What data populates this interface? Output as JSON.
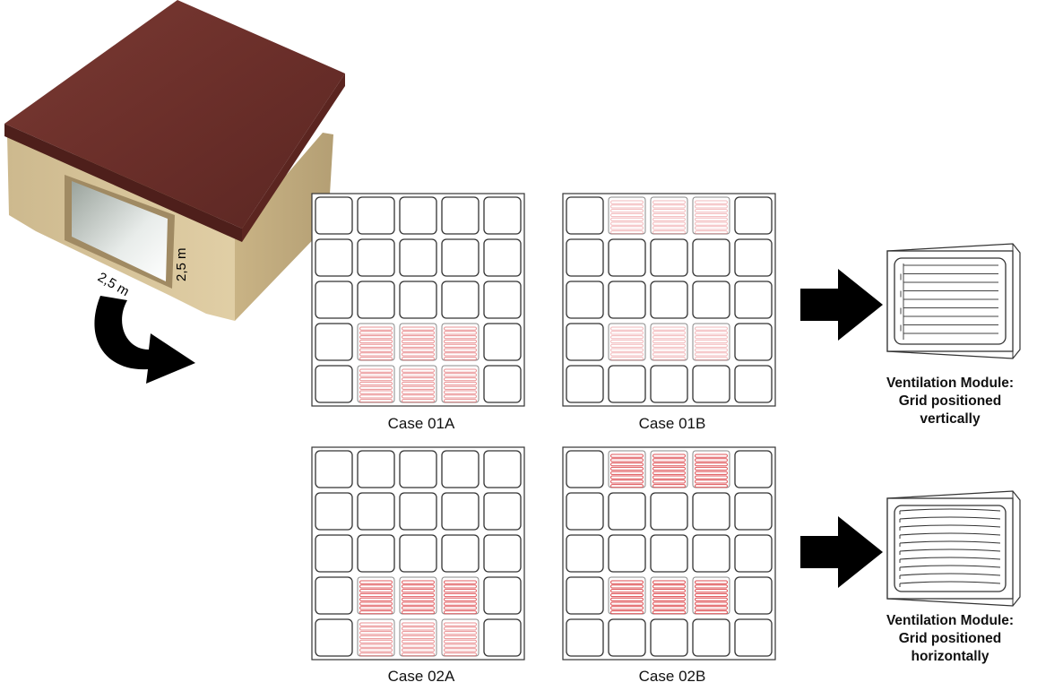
{
  "model": {
    "dim_depth": "2,5 m",
    "dim_height": "2,5 m"
  },
  "cases": [
    {
      "label": "Case 01A",
      "vent_cells": [
        [
          3,
          1
        ],
        [
          3,
          2
        ],
        [
          3,
          3
        ],
        [
          4,
          1
        ],
        [
          4,
          2
        ],
        [
          4,
          3
        ]
      ],
      "intensity": [
        0.55,
        0.55,
        0.55,
        0.55,
        0.55,
        0.55
      ]
    },
    {
      "label": "Case 01B",
      "vent_cells": [
        [
          0,
          1
        ],
        [
          0,
          2
        ],
        [
          0,
          3
        ],
        [
          3,
          1
        ],
        [
          3,
          2
        ],
        [
          3,
          3
        ]
      ],
      "intensity": [
        0.35,
        0.35,
        0.35,
        0.35,
        0.35,
        0.35
      ]
    },
    {
      "label": "Case 02A",
      "vent_cells": [
        [
          3,
          1
        ],
        [
          3,
          2
        ],
        [
          3,
          3
        ],
        [
          4,
          1
        ],
        [
          4,
          2
        ],
        [
          4,
          3
        ]
      ],
      "intensity": [
        0.8,
        0.8,
        0.8,
        0.55,
        0.55,
        0.55
      ]
    },
    {
      "label": "Case 02B",
      "vent_cells": [
        [
          0,
          1
        ],
        [
          0,
          2
        ],
        [
          0,
          3
        ],
        [
          3,
          1
        ],
        [
          3,
          2
        ],
        [
          3,
          3
        ]
      ],
      "intensity": [
        0.85,
        0.85,
        0.85,
        0.9,
        0.9,
        0.9
      ]
    }
  ],
  "modules": [
    {
      "line1": "Ventilation Module:",
      "line2": "Grid positioned",
      "line3": "vertically",
      "orientation": "vertical"
    },
    {
      "line1": "Ventilation Module:",
      "line2": "Grid positioned",
      "line3": "horizontally",
      "orientation": "horizontal"
    }
  ],
  "colors": {
    "roof": "#6e2f2a",
    "wall": "#d8c49a",
    "vent_line": "#d9363b",
    "cell_stroke": "#333333"
  }
}
